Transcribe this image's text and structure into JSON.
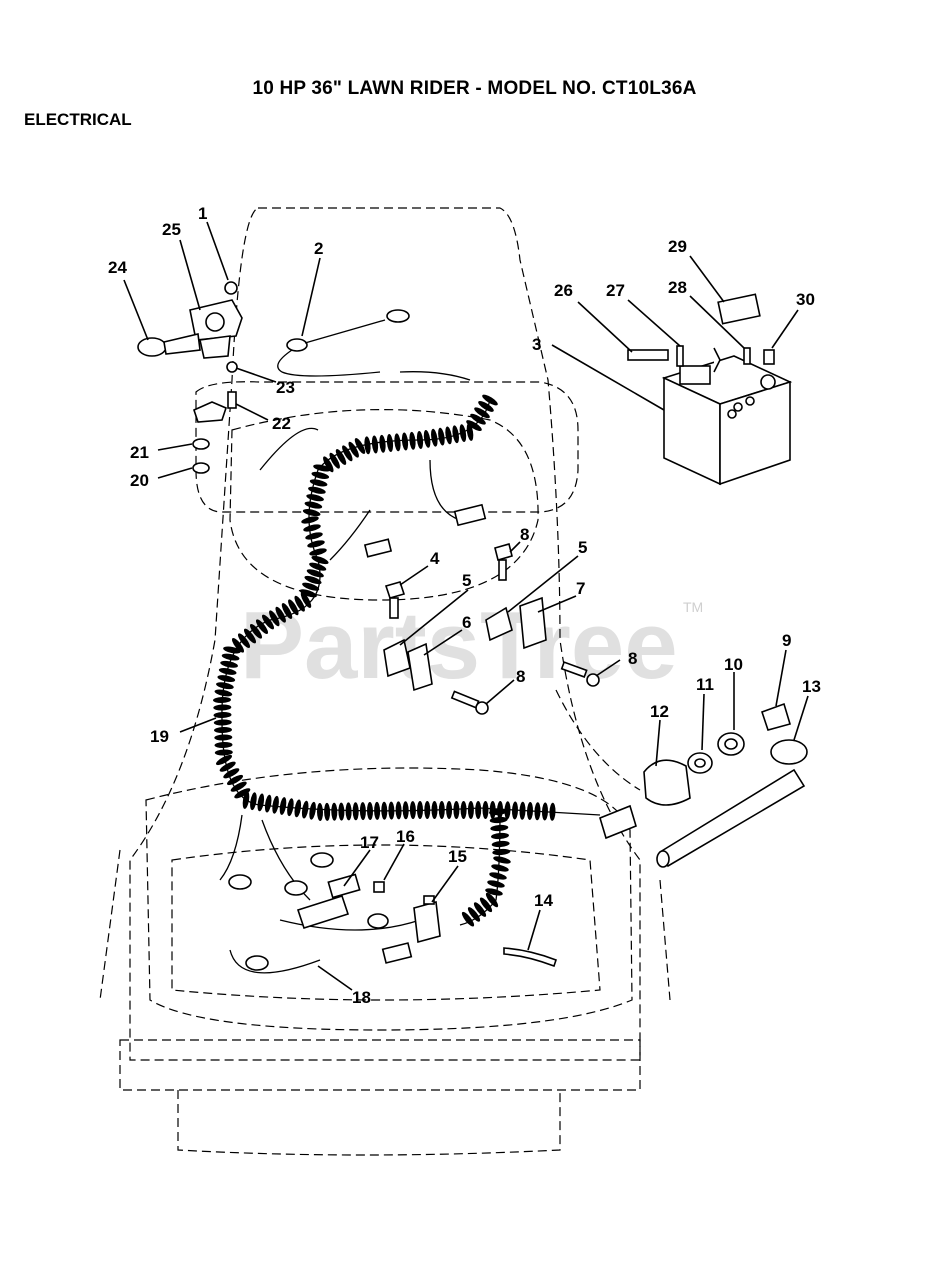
{
  "header": {
    "title": "10 HP 36\" LAWN RIDER - MODEL NO. CT10L36A",
    "section": "ELECTRICAL"
  },
  "watermark": {
    "text": "PartsTree",
    "tm": "TM"
  },
  "callouts": [
    {
      "id": "c1",
      "label": "1"
    },
    {
      "id": "c2",
      "label": "2"
    },
    {
      "id": "c3",
      "label": "3"
    },
    {
      "id": "c4",
      "label": "4"
    },
    {
      "id": "c5a",
      "label": "5"
    },
    {
      "id": "c5b",
      "label": "5"
    },
    {
      "id": "c6",
      "label": "6"
    },
    {
      "id": "c7",
      "label": "7"
    },
    {
      "id": "c8a",
      "label": "8"
    },
    {
      "id": "c8b",
      "label": "8"
    },
    {
      "id": "c8c",
      "label": "8"
    },
    {
      "id": "c9",
      "label": "9"
    },
    {
      "id": "c10",
      "label": "10"
    },
    {
      "id": "c11",
      "label": "11"
    },
    {
      "id": "c12",
      "label": "12"
    },
    {
      "id": "c13",
      "label": "13"
    },
    {
      "id": "c14",
      "label": "14"
    },
    {
      "id": "c15",
      "label": "15"
    },
    {
      "id": "c16",
      "label": "16"
    },
    {
      "id": "c17",
      "label": "17"
    },
    {
      "id": "c18",
      "label": "18"
    },
    {
      "id": "c19",
      "label": "19"
    },
    {
      "id": "c20",
      "label": "20"
    },
    {
      "id": "c21",
      "label": "21"
    },
    {
      "id": "c22",
      "label": "22"
    },
    {
      "id": "c23",
      "label": "23"
    },
    {
      "id": "c24",
      "label": "24"
    },
    {
      "id": "c25",
      "label": "25"
    },
    {
      "id": "c26",
      "label": "26"
    },
    {
      "id": "c27",
      "label": "27"
    },
    {
      "id": "c28",
      "label": "28"
    },
    {
      "id": "c29",
      "label": "29"
    },
    {
      "id": "c30",
      "label": "30"
    }
  ]
}
